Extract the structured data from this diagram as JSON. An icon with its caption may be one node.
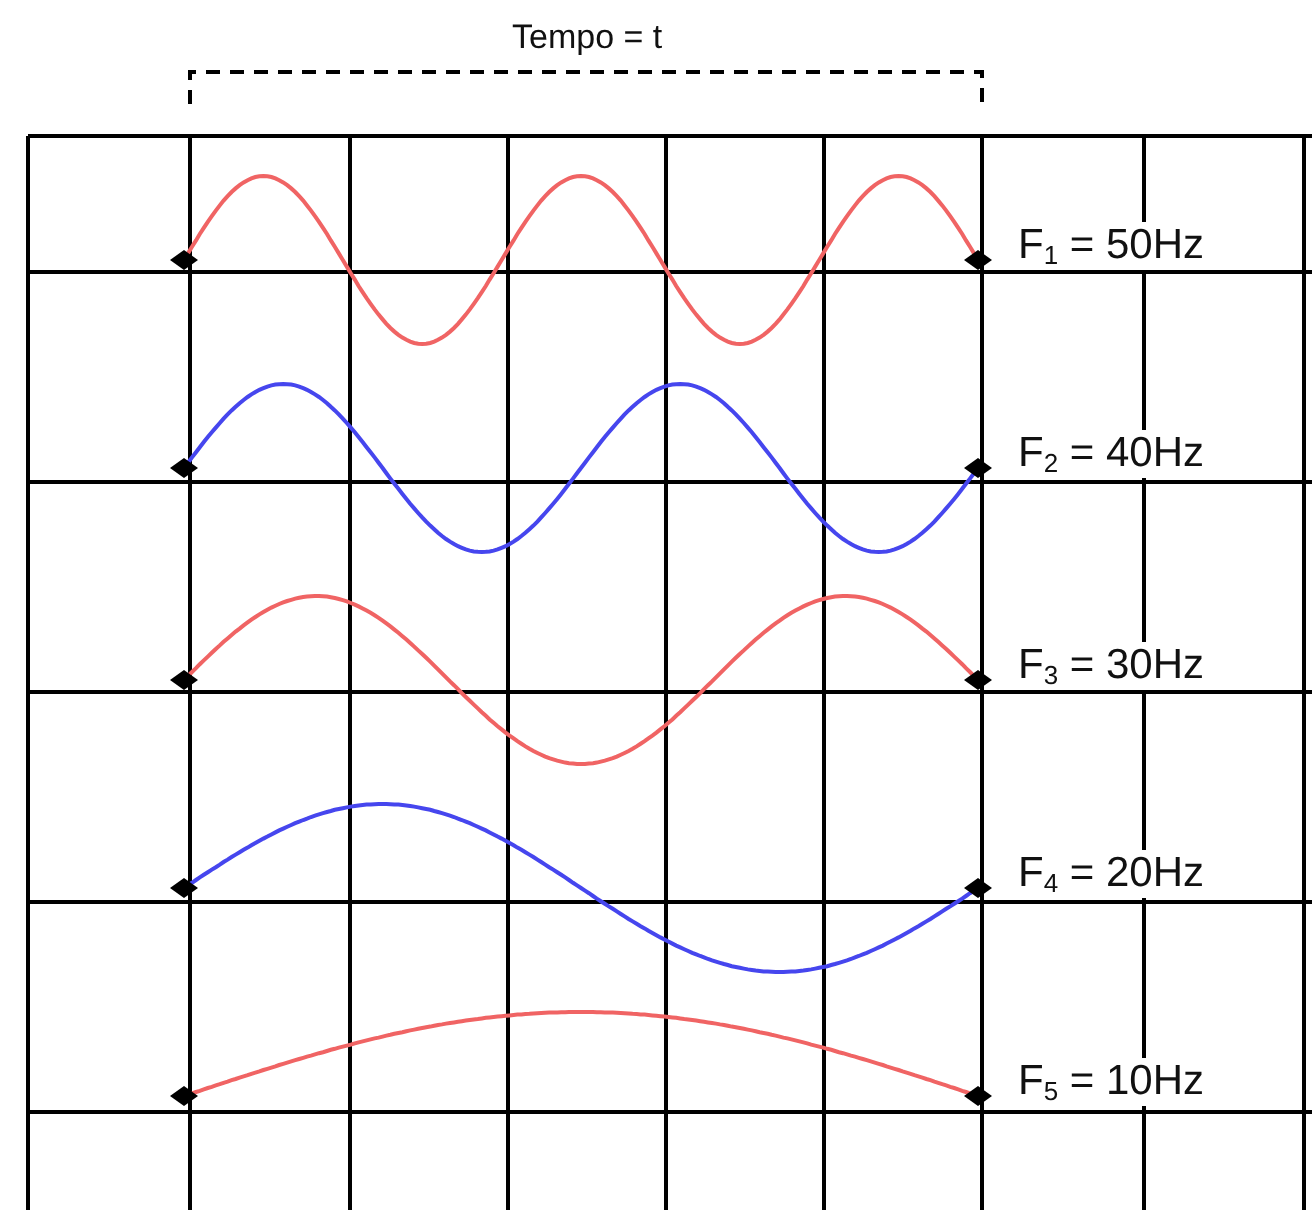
{
  "diagram": {
    "labels": [
      "Tempo = t",
      "F$_{1}$ = 50Hz",
      "F$_{2}$ = 40Hz",
      "F$_{3}$ = 30Hz",
      "F$_{4}$ = 20Hz",
      "F$_{5}$ = 10Hz"
    ]
  }
}
